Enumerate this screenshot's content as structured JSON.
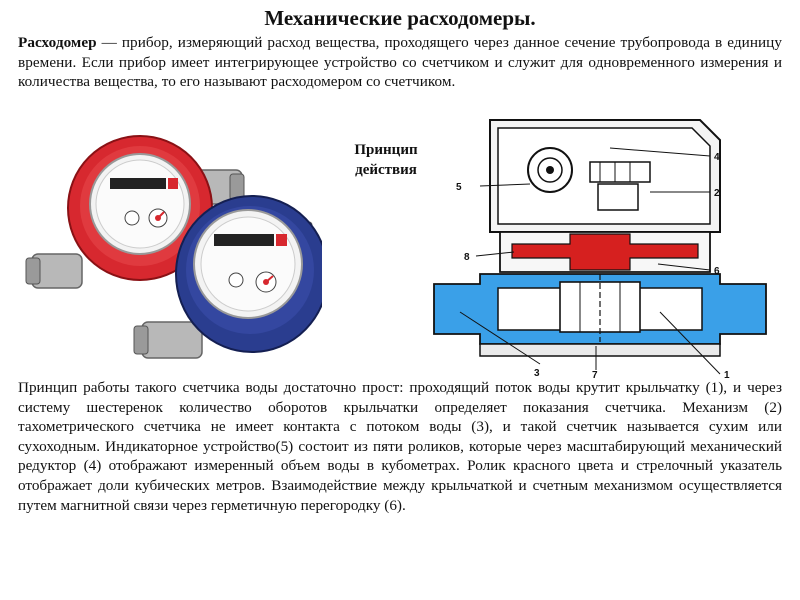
{
  "page": {
    "title": "Механические расходомеры.",
    "intro_term": "Расходомер",
    "intro_rest": " — прибор, измеряющий расход вещества, проходящего через данное сечение трубопровода в единицу времени. Если прибор имеет интегрирующее устройство со счетчиком и служит для одновременного измерения и количества вещества, то его называют расходомером со счетчиком.",
    "principle_line1": "Принцип",
    "principle_line2": "действия",
    "body_paragraph": "Принцип работы такого счетчика воды достаточно прост: проходящий поток воды крутит крыльчатку (1), и через систему шестеренок количество оборотов крыльчатки определяет показания счетчика. Механизм (2) тахометрического счетчика не имеет контакта с потоком воды (3), и такой счетчик называется сухим или сухоходным. Индикаторное устройство(5) состоит из пяти роликов, которые через масштабирующий механический редуктор (4) отображают измеренный объем воды в кубометрах. Ролик красного цвета и стрелочный указатель отображает доли кубических метров. Взаимодействие между крыльчаткой и счетным механизмом осуществляется путем магнитной связи через герметичную перегородку (6)."
  },
  "diagram": {
    "labels": [
      "1",
      "2",
      "3",
      "4",
      "5",
      "6",
      "7",
      "8"
    ]
  },
  "colors": {
    "red_meter": "#d7282f",
    "blue_meter": "#2a3d8f",
    "pipe_blue": "#3aa0e8",
    "magnet_red": "#d6201f"
  }
}
